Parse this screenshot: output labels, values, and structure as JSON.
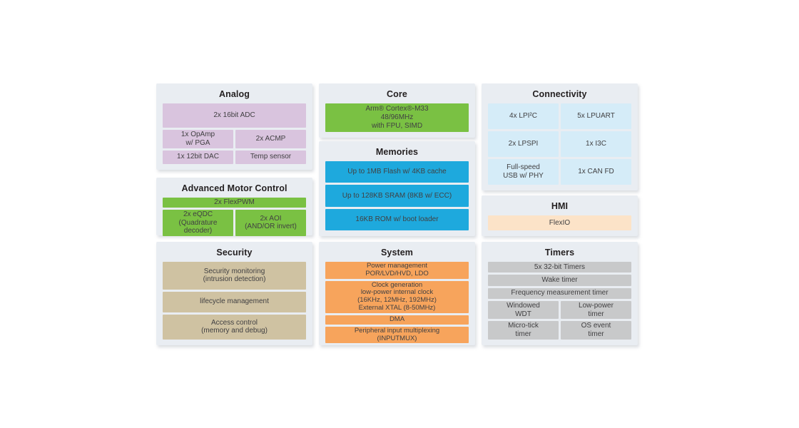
{
  "diagram": {
    "colors": {
      "panel_background": "#e9edf2",
      "analog_purple": "#d9c4de",
      "core_motor_green": "#7ac143",
      "memories_blue": "#1ea9dd",
      "connectivity_lightblue": "#d5ecf8",
      "system_orange": "#f7a45c",
      "hmi_peach": "#fce3c8",
      "timers_gray": "#c8c9ca",
      "security_tan": "#cfc2a2"
    },
    "panels": {
      "analog": {
        "title": "Analog",
        "blocks": {
          "adc": "2x 16bit ADC",
          "opamp": "1x OpAmp\nw/ PGA",
          "acmp": "2x ACMP",
          "dac": "1x 12bit DAC",
          "temp_sensor": "Temp sensor"
        }
      },
      "motor_control": {
        "title": "Advanced Motor Control",
        "blocks": {
          "flexpwm": "2x FlexPWM",
          "eqdc": "2x eQDC\n(Quadrature decoder)",
          "aoi": "2x AOI\n(AND/OR invert)"
        }
      },
      "security": {
        "title": "Security",
        "blocks": {
          "monitoring": "Security monitoring\n(intrusion detection)",
          "lifecycle": "lifecycle management",
          "access_control": "Access control\n(memory and debug)"
        }
      },
      "core": {
        "title": "Core",
        "blocks": {
          "cortex": "Arm® Cortex®-M33\n48/96MHz\nwith FPU, SIMD"
        }
      },
      "memories": {
        "title": "Memories",
        "blocks": {
          "flash": "Up to 1MB Flash w/ 4KB cache",
          "sram": "Up to 128KB SRAM (8KB w/ ECC)",
          "rom": "16KB ROM w/ boot loader"
        }
      },
      "system": {
        "title": "System",
        "blocks": {
          "power": "Power management\nPOR/LVD/HVD, LDO",
          "clock": "Clock generation\nlow-power internal clock\n(16KHz, 12MHz, 192MHz)\nExternal XTAL (8-50MHz)",
          "dma": "DMA",
          "inputmux": "Peripheral input multiplexing\n(INPUTMUX)"
        }
      },
      "connectivity": {
        "title": "Connectivity",
        "blocks": {
          "lpi2c": "4x LPI²C",
          "lpuart": "5x LPUART",
          "lpspi": "2x LPSPI",
          "i3c": "1x I3C",
          "usb": "Full-speed\nUSB w/ PHY",
          "canfd": "1x CAN FD"
        }
      },
      "hmi": {
        "title": "HMI",
        "blocks": {
          "flexio": "FlexIO"
        }
      },
      "timers": {
        "title": "Timers",
        "blocks": {
          "timers32": "5x 32-bit Timers",
          "wake": "Wake timer",
          "freq_measure": "Frequency measurement timer",
          "wwdt": "Windowed\nWDT",
          "lp_timer": "Low-power\ntimer",
          "microtick": "Micro-tick\ntimer",
          "os_event": "OS event\ntimer"
        }
      }
    }
  }
}
